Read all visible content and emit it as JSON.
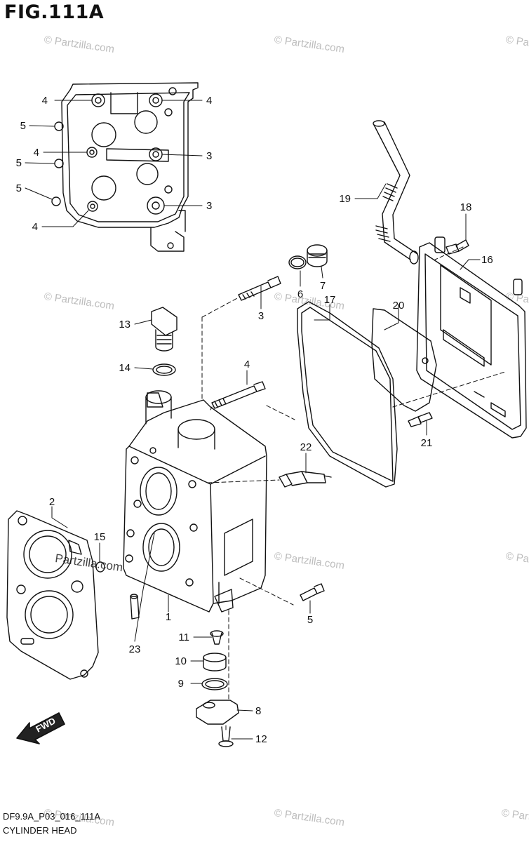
{
  "figure": {
    "title": "FIG.111A",
    "code": "DF9.9A_P03_016_111A",
    "name": "CYLINDER HEAD",
    "forward_label": "FWD"
  },
  "watermark": {
    "text": "© Partzilla.com",
    "inline_text": "Partzilla.com"
  },
  "callouts": [
    "4",
    "4",
    "5",
    "4",
    "3",
    "5",
    "5",
    "3",
    "4",
    "19",
    "18",
    "16",
    "6",
    "7",
    "3",
    "17",
    "20",
    "13",
    "14",
    "4",
    "21",
    "22",
    "2",
    "15",
    "1",
    "23",
    "5",
    "11",
    "10",
    "9",
    "8",
    "12"
  ]
}
